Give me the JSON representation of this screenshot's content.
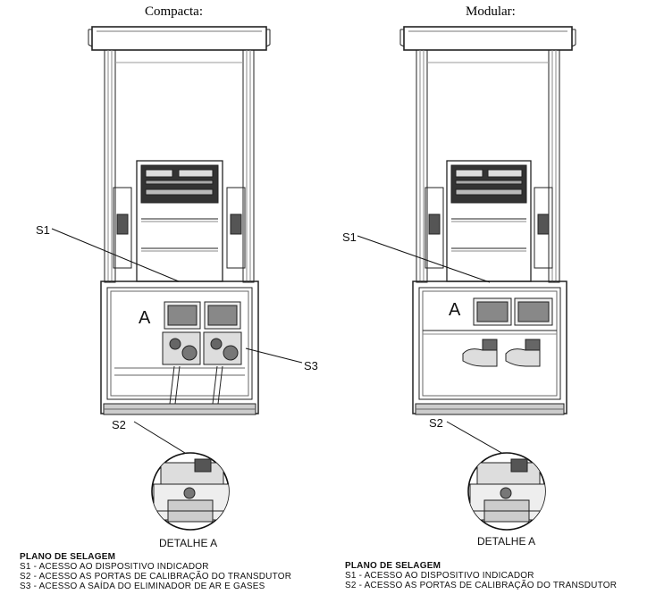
{
  "left": {
    "title": "Compacta:",
    "labels": {
      "s1": "S1",
      "s2": "S2",
      "s3": "S3",
      "a": "A"
    },
    "detail_label": "DETALHE A",
    "plan": {
      "title": "PLANO DE SELAGEM",
      "items": [
        "S1 - ACESSO AO DISPOSITIVO INDICADOR",
        "S2 - ACESSO AS PORTAS DE CALIBRAÇÃO DO TRANSDUTOR",
        "S3 - ACESSO A SAÍDA DO ELIMINADOR DE AR E GASES"
      ]
    }
  },
  "right": {
    "title": "Modular:",
    "labels": {
      "s1": "S1",
      "s2": "S2",
      "a": "A"
    },
    "detail_label": "DETALHE A",
    "plan": {
      "title": "PLANO DE SELAGEM",
      "items": [
        "S1 - ACESSO AO DISPOSITIVO INDICADOR",
        "S2 - ACESSO AS PORTAS DE CALIBRAÇÃO DO TRANSDUTOR"
      ]
    }
  }
}
